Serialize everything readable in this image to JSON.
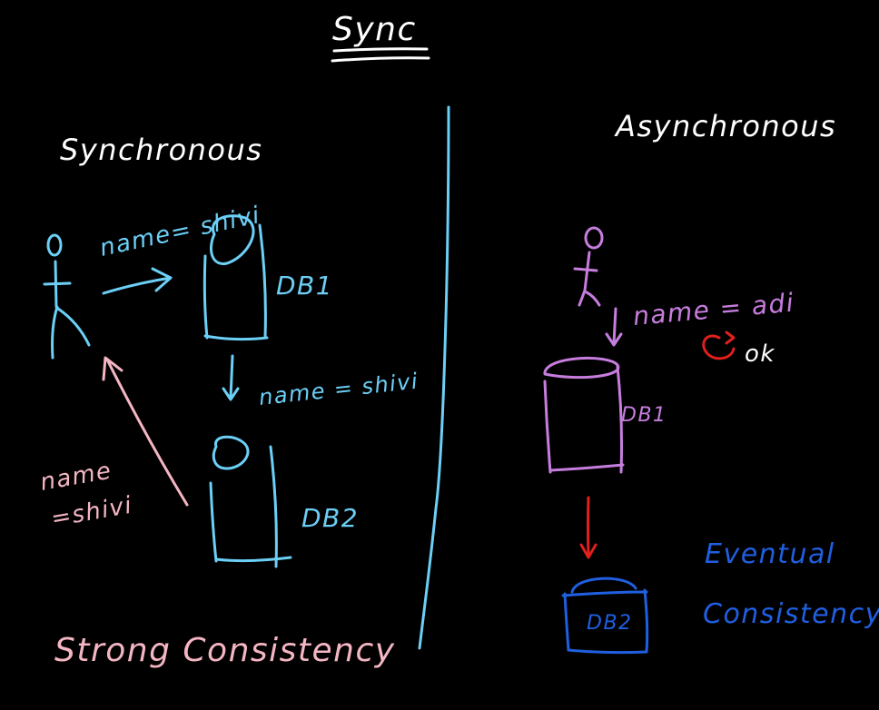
{
  "title": "Sync",
  "left": {
    "heading": "Synchronous",
    "user_to_db1_label": "name= shivi",
    "db1_label": "DB1",
    "db1_to_db2_label": "name = shivi",
    "db2_label": "DB2",
    "return_label_line1": "name",
    "return_label_line2": "=shivi",
    "footer": "Strong Consistency"
  },
  "right": {
    "heading": "Asynchronous",
    "user_to_db1_label": "name = adi",
    "ack_label": "ok",
    "db1_label": "DB1",
    "db2_label": "DB2",
    "footer_line1": "Eventual",
    "footer_line2": "Consistency"
  },
  "colors": {
    "background": "#000000",
    "white": "#ffffff",
    "cyan": "#6ccff6",
    "pink": "#f4b6c2",
    "purple": "#c77dde",
    "red": "#e0201c",
    "blue": "#1f5fe0"
  }
}
